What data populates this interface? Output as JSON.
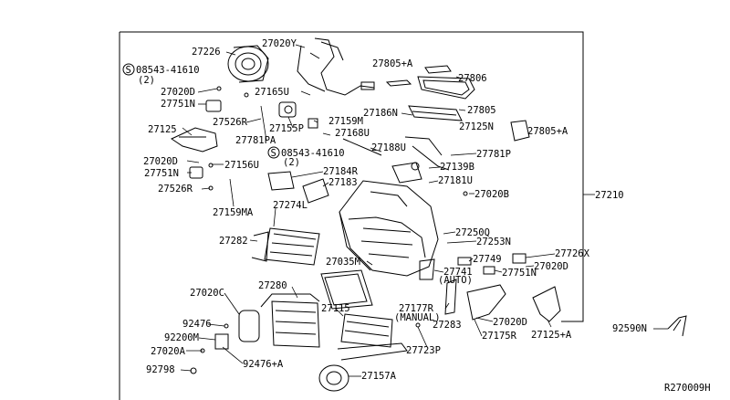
{
  "diagram": {
    "reference": "R270009H",
    "labels": [
      {
        "id": "p27226",
        "text": "27226"
      },
      {
        "id": "p27020Y",
        "text": "27020Y"
      },
      {
        "id": "p27805A_top",
        "text": "27805+A"
      },
      {
        "id": "p27806",
        "text": "27806"
      },
      {
        "id": "s08543_1",
        "text": "08543-41610"
      },
      {
        "id": "s08543_1q",
        "text": "(2)"
      },
      {
        "id": "p27165U",
        "text": "27165U"
      },
      {
        "id": "p27020D_1",
        "text": "27020D"
      },
      {
        "id": "p27751N_1",
        "text": "27751N"
      },
      {
        "id": "p27526R_1",
        "text": "27526R"
      },
      {
        "id": "p27155P",
        "text": "27155P"
      },
      {
        "id": "p27159M",
        "text": "27159M"
      },
      {
        "id": "p27186N",
        "text": "27186N"
      },
      {
        "id": "p27805",
        "text": "27805"
      },
      {
        "id": "p27125N",
        "text": "27125N"
      },
      {
        "id": "p27805A_right",
        "text": "27805+A"
      },
      {
        "id": "p27125",
        "text": "27125"
      },
      {
        "id": "p27781PA",
        "text": "27781PA"
      },
      {
        "id": "p27168U",
        "text": "27168U"
      },
      {
        "id": "s08543_2",
        "text": "08543-41610"
      },
      {
        "id": "s08543_2q",
        "text": "(2)"
      },
      {
        "id": "p27188U",
        "text": "27188U"
      },
      {
        "id": "p27781P",
        "text": "27781P"
      },
      {
        "id": "p27020D_2",
        "text": "27020D"
      },
      {
        "id": "p27156U",
        "text": "27156U"
      },
      {
        "id": "p27751N_2",
        "text": "27751N"
      },
      {
        "id": "p27184R",
        "text": "27184R"
      },
      {
        "id": "p27139B",
        "text": "27139B"
      },
      {
        "id": "p27526R_2",
        "text": "27526R"
      },
      {
        "id": "p27183",
        "text": "27183"
      },
      {
        "id": "p27181U",
        "text": "27181U"
      },
      {
        "id": "p27020B",
        "text": "27020B"
      },
      {
        "id": "p27210",
        "text": "27210"
      },
      {
        "id": "p27159MA",
        "text": "27159MA"
      },
      {
        "id": "p27274L",
        "text": "27274L"
      },
      {
        "id": "p27250Q",
        "text": "27250Q"
      },
      {
        "id": "p27282",
        "text": "27282"
      },
      {
        "id": "p27253N",
        "text": "27253N"
      },
      {
        "id": "p27726X",
        "text": "27726X"
      },
      {
        "id": "p27749",
        "text": "27749"
      },
      {
        "id": "p27020D_3",
        "text": "27020D"
      },
      {
        "id": "p27035M",
        "text": "27035M"
      },
      {
        "id": "p27741",
        "text": "27741"
      },
      {
        "id": "p27741auto",
        "text": "(AUTO)"
      },
      {
        "id": "p27751N_3",
        "text": "27751N"
      },
      {
        "id": "p27280",
        "text": "27280"
      },
      {
        "id": "p27020C",
        "text": "27020C"
      },
      {
        "id": "p27177R",
        "text": "27177R"
      },
      {
        "id": "p27177Rman",
        "text": "(MANUAL)"
      },
      {
        "id": "p27115",
        "text": "27115"
      },
      {
        "id": "p27283",
        "text": "27283"
      },
      {
        "id": "p27020D_4",
        "text": "27020D"
      },
      {
        "id": "p92476_1",
        "text": "92476"
      },
      {
        "id": "p27175R",
        "text": "27175R"
      },
      {
        "id": "p27125A",
        "text": "27125+A"
      },
      {
        "id": "p92200M",
        "text": "92200M"
      },
      {
        "id": "p92590N",
        "text": "92590N"
      },
      {
        "id": "p27723P",
        "text": "27723P"
      },
      {
        "id": "p27020A",
        "text": "27020A"
      },
      {
        "id": "p92476A",
        "text": "92476+A"
      },
      {
        "id": "p92798",
        "text": "92798"
      },
      {
        "id": "p27157A",
        "text": "27157A"
      }
    ],
    "screw_symbol": "S"
  }
}
